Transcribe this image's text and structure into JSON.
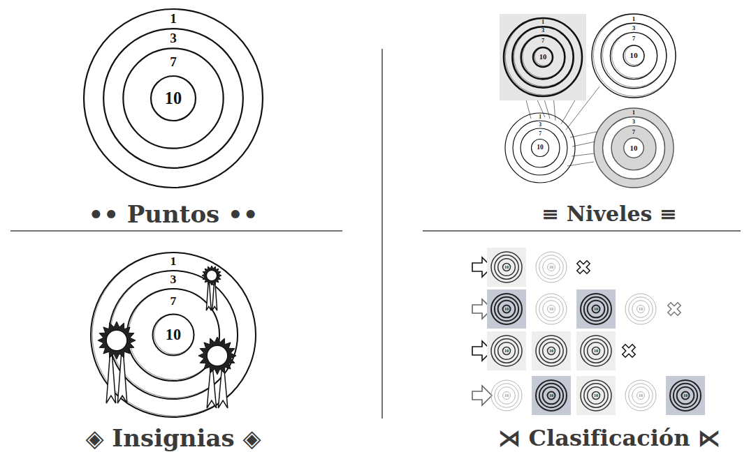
{
  "diagram": {
    "labels": [
      "1",
      "3",
      "7",
      "10",
      "•• Puntos ••",
      "1",
      "3",
      "7",
      "10",
      "1",
      "3",
      "7",
      "10",
      "1",
      "3",
      "7",
      "10",
      "1",
      "3",
      "7",
      "10",
      "≡ Niveles ≡",
      "1",
      "3",
      "7",
      "10",
      "◈ Insignias ◈",
      "10",
      "10",
      "10",
      "10",
      "10",
      "10",
      "10",
      "10",
      "10",
      "10",
      "10",
      "10",
      "10",
      "10",
      "⋊ Clasificación ⋉"
    ]
  }
}
